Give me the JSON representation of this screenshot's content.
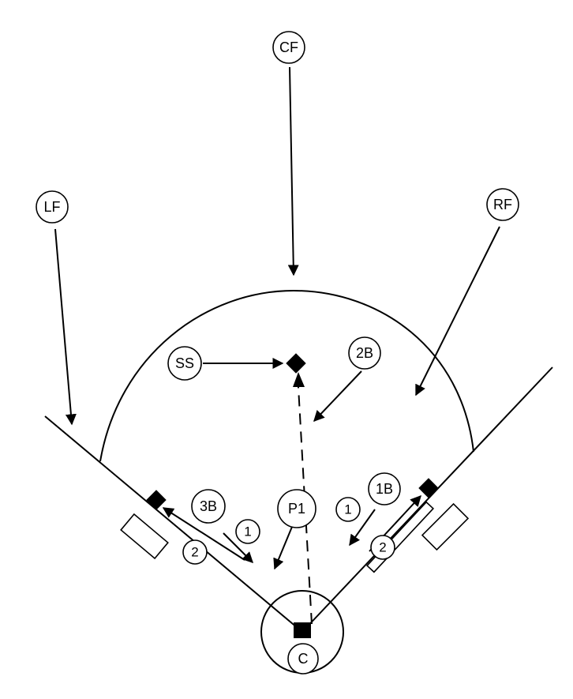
{
  "positions": {
    "cf": "CF",
    "lf": "LF",
    "rf": "RF",
    "ss": "SS",
    "second_base": "2B",
    "third_base": "3B",
    "first_base": "1B",
    "pitcher": "P1",
    "catcher": "C"
  },
  "steps": {
    "third_step1": "1",
    "third_step2": "2",
    "first_step1": "1",
    "first_step2": "2"
  },
  "colors": {
    "ink": "#000000",
    "paper": "#ffffff"
  }
}
